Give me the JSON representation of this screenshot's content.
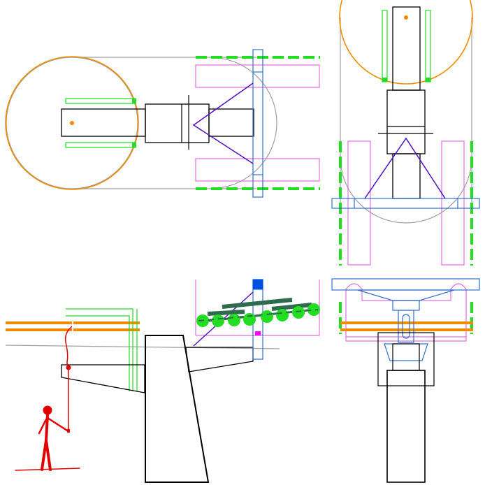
{
  "diagram": {
    "description_text": "",
    "colors": {
      "background": "#ffffff",
      "outline": "#000000",
      "bullwheel": "#f08c00",
      "bullwheel_center": "#f08c00",
      "drive_circle": "#a0a0a0",
      "rail_green": "#00c800",
      "sheave_green": "#22dd22",
      "magenta": "#e070e0",
      "blue": "#3070d0",
      "blue_fill": "#0050e0",
      "purple": "#5010c0",
      "dark_green": "#2f6b4f",
      "cable_orange": "#f08c00",
      "person_red": "#e00000",
      "grey_line": "#a0a0a0",
      "magenta_mark": "#ff00ff"
    },
    "icons": {
      "person": "person-figure-icon",
      "bullwheel": "bullwheel-circle-icon",
      "sheave": "sheave-wheel-icon"
    },
    "views": [
      "top-view",
      "side-view",
      "front-view-upper",
      "front-view-lower"
    ]
  }
}
